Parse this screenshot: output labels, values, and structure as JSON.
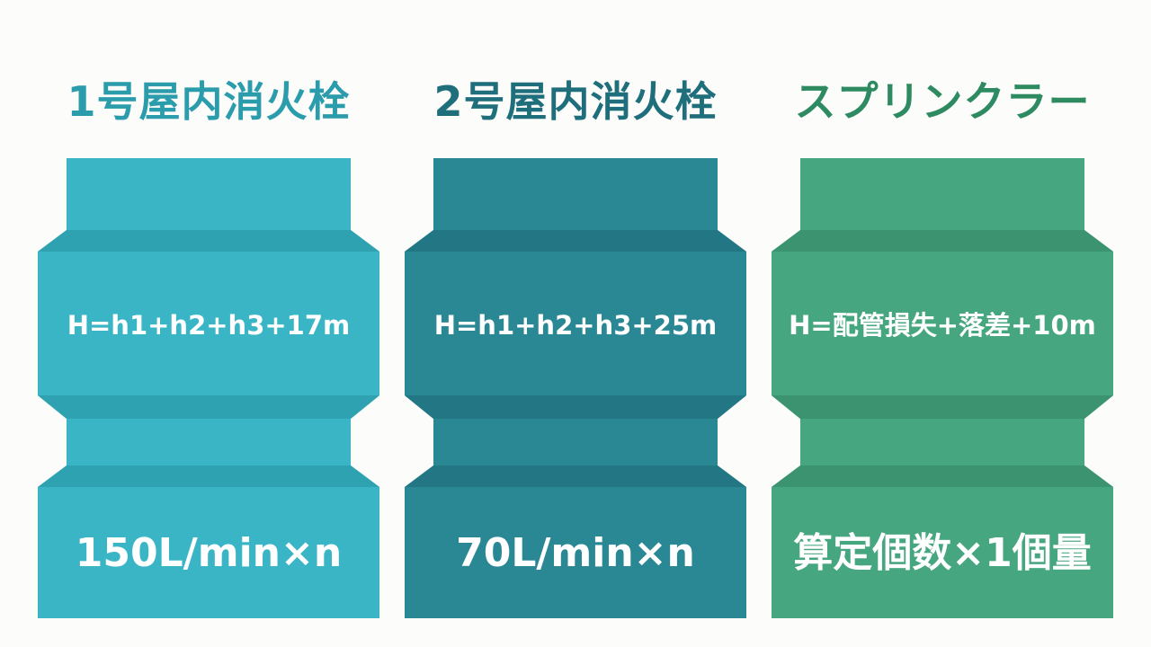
{
  "columns": [
    {
      "title": "1号屋内消火栓",
      "formula": "H=h1+h2+h3+17m",
      "volume": "150L/min×n",
      "title_color": "#2a9cab",
      "fill_color": "#3ab5c6",
      "shade_color": "#2fa2b2"
    },
    {
      "title": "2号屋内消火栓",
      "formula": "H=h1+h2+h3+25m",
      "volume": "70L/min×n",
      "title_color": "#1f6e7b",
      "fill_color": "#2a8794",
      "shade_color": "#237684"
    },
    {
      "title": "スプリンクラー",
      "formula": "H=配管損失+落差+10m",
      "volume": "算定個数×1個量",
      "title_color": "#2e8a60",
      "fill_color": "#46a67f",
      "shade_color": "#3b936f"
    }
  ]
}
